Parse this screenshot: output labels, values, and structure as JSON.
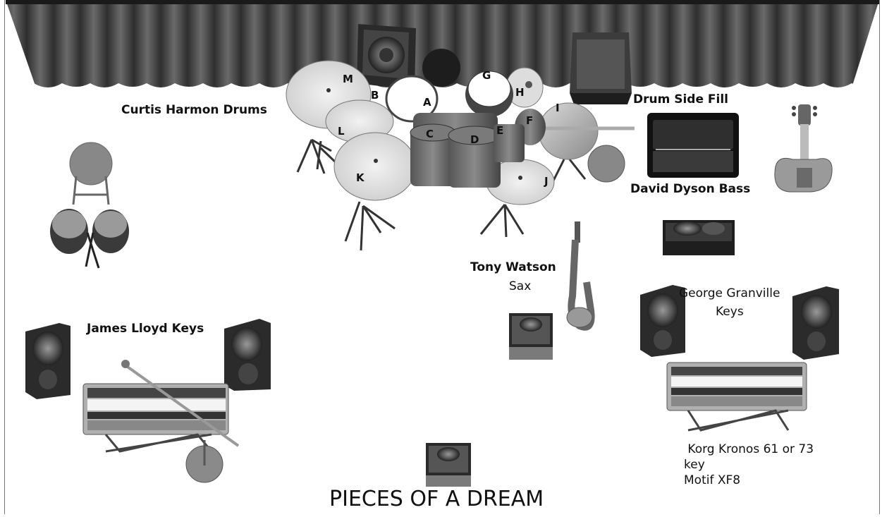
{
  "labels": {
    "drums": "Curtis Harmon Drums",
    "side_fill": "Drum Side Fill",
    "bass": "David Dyson Bass",
    "sax_name": "Tony Watson",
    "sax_instr": "Sax",
    "george_name": "George Granville",
    "george_instr": "Keys",
    "james": "James Lloyd Keys",
    "korg_line1": " Korg Kronos 61 or 73",
    "korg_line2": "key",
    "korg_line3": "Motif XF8",
    "title": "PIECES OF A DREAM"
  },
  "drum_letters": [
    "A",
    "B",
    "C",
    "D",
    "E",
    "F",
    "G",
    "H",
    "I",
    "J",
    "K",
    "L",
    "M"
  ]
}
